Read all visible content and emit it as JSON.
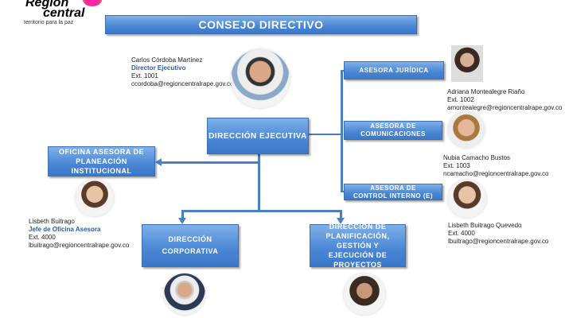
{
  "logo": {
    "line1": "Región",
    "line2": "central",
    "tagline": "territorio para la paz"
  },
  "title": "CONSEJO DIRECTIVO",
  "director": {
    "name": "Carlos Córdoba Martínez",
    "role": "Director Ejecutivo",
    "ext": "Ext. 1001",
    "email": "ccordoba@regioncentralrape.gov.co"
  },
  "boxes": {
    "ejecutiva": "DIRECCIÓN EJECUTIVA",
    "juridica": "ASESORA JURÍDICA",
    "comunicaciones": "ASESORA DE COMUNICACIONES",
    "control": "ASESORA DE CONTROL INTERNO (E)",
    "planeacion": "OFICINA ASESORA DE PLANEACIÓN INSTITUCIONAL",
    "corporativa": "DIRECCIÓN CORPORATIVA",
    "planificacion": "DIRECCIÓN DE PLANIFICACIÓN, GESTIÓN Y EJECUCIÓN DE PROYECTOS"
  },
  "people": {
    "adriana": {
      "name": "Adriana Montealegre Riaño",
      "ext": "Ext. 1002",
      "email": "amontealegre@regioncentralrape.gov.co"
    },
    "nubia": {
      "name": "Nubia Camacho Bustos",
      "ext": "Ext. 1003",
      "email": "ncamacho@regioncentralrape.gov.co"
    },
    "lisbethq": {
      "name": "Lisbeth Buitrago Quevedo",
      "ext": "Ext. 4000",
      "email": "lbuitrago@regioncentralrape.gov.co"
    },
    "lisbeth": {
      "name": "Lisbeth Buitrago",
      "role": "Jefe de Oficina Asesora",
      "ext": "Ext. 4000",
      "email": "lbuitrago@regioncentralrape.gov.co"
    }
  }
}
